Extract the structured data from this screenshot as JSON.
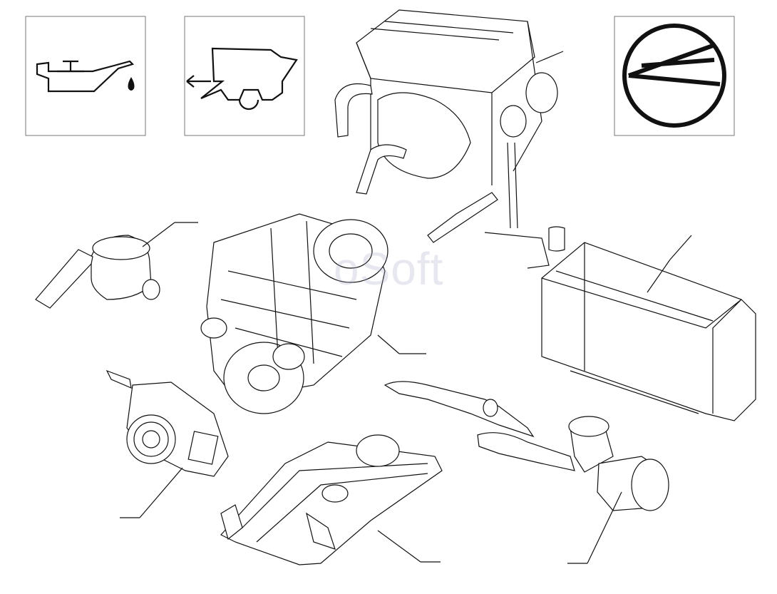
{
  "diagram": {
    "watermark_text": "oSoft",
    "icons": [
      {
        "id": "engine-oil",
        "icon": "oil-can-icon"
      },
      {
        "id": "combine-harvester",
        "icon": "combine-harvester-icon"
      },
      {
        "id": "filter-symbol",
        "icon": "filter-circle-icon"
      }
    ],
    "assemblies": [
      "radiator-cooling-package",
      "air-cleaner-intake",
      "engine-block",
      "fuel-tank",
      "engine-front-cover",
      "engine-mounting-frame",
      "exhaust-muffler"
    ],
    "colors": {
      "line": "#111111",
      "box_border": "#777777",
      "background": "#ffffff",
      "watermark": "#aaaac8"
    }
  }
}
